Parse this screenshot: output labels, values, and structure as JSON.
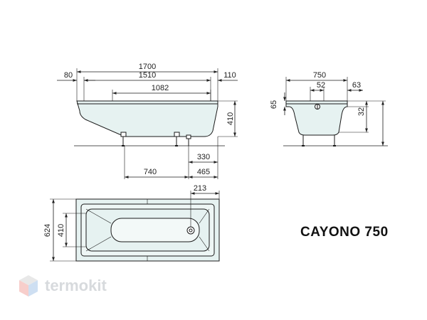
{
  "product": {
    "name": "CAYONO 750"
  },
  "brand": {
    "name": "termokit",
    "logo_colors": [
      "#f2a7a2",
      "#a7c6e8",
      "#d7d7d7"
    ]
  },
  "colors": {
    "line": "#1a1a1a",
    "fill": "#e6f2f1"
  },
  "side_view": {
    "overall_length": "1700",
    "left_offset": "80",
    "inner_length": "1510",
    "right_offset": "110",
    "bottom_length": "1082",
    "height": "410",
    "drain_offset": "330",
    "leg_spacing": "740",
    "leg_to_end": "465"
  },
  "end_view": {
    "overall_width": "750",
    "drain_width": "52",
    "rim_width": "63",
    "rim_height": "65",
    "rim_depth": "32"
  },
  "top_view": {
    "drain_offset": "213",
    "overall_width": "624",
    "inner_width": "410"
  }
}
